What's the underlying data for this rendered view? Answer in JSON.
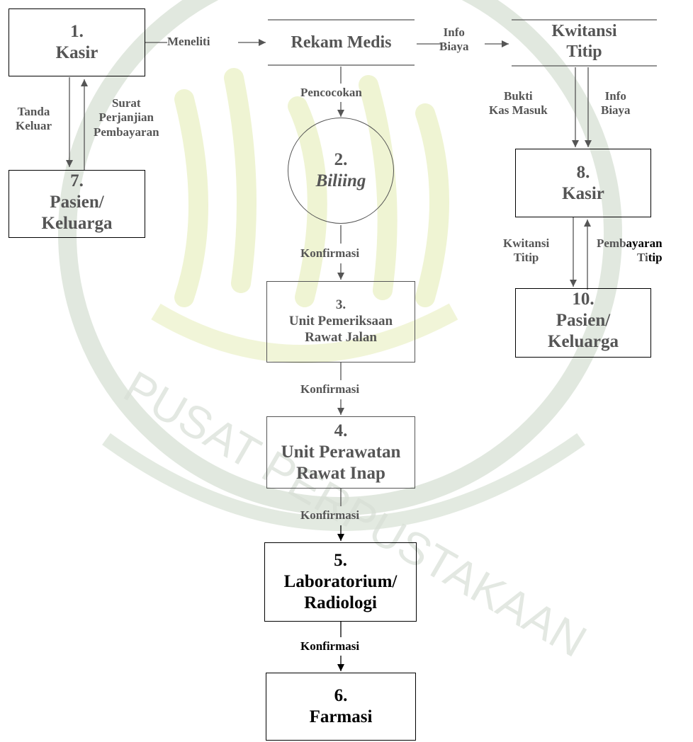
{
  "watermark_text": "PUSAT PERPUSTAKAAN",
  "processes": {
    "kasir1": {
      "number": "1.",
      "name": "Kasir"
    },
    "biliing": {
      "number": "2.",
      "name": "Biliing"
    },
    "unit_pemeriksaan": {
      "number": "3.",
      "line1": "Unit Pemeriksaan",
      "line2": "Rawat Jalan"
    },
    "unit_perawatan": {
      "number": "4.",
      "line1": "Unit Perawatan",
      "line2": "Rawat Inap"
    },
    "laboratorium": {
      "number": "5.",
      "line1": "Laboratorium/",
      "line2": "Radiologi"
    },
    "farmasi": {
      "number": "6.",
      "name": "Farmasi"
    },
    "pasien7": {
      "number": "7.",
      "line1": "Pasien/",
      "line2": "Keluarga"
    },
    "kasir8": {
      "number": "8.",
      "name": "Kasir"
    },
    "pasien10": {
      "number": "10.",
      "line1": "Pasien/",
      "line2": "Keluarga"
    }
  },
  "stores": {
    "rekam_medis": "Rekam Medis",
    "kwitansi_titip_1": "Kwitansi",
    "kwitansi_titip_2": "Titip"
  },
  "flows": {
    "meneliti": "Meneliti",
    "info_biaya_1": "Info",
    "info_biaya_2": "Biaya",
    "pencocokan": "Pencocokan",
    "konfirmasi_1": "Konfirmasi",
    "konfirmasi_2": "Konfirmasi",
    "konfirmasi_3": "Konfirmasi",
    "konfirmasi_4": "Konfirmasi",
    "tanda_keluar_1": "Tanda",
    "tanda_keluar_2": "Keluar",
    "surat_1": "Surat",
    "surat_2": "Perjanjian",
    "surat_3": "Pembayaran",
    "bukti_1": "Bukti",
    "bukti_2": "Kas Masuk",
    "info_biaya_b1": "Info",
    "info_biaya_b2": "Biaya",
    "kwitansi_titip_f1": "Kwitansi",
    "kwitansi_titip_f2": "Titip",
    "pembayaran_a": "Pemb",
    "pembayaran_b": "ayaran",
    "titip_a": "Ti",
    "titip_b": "tip"
  }
}
